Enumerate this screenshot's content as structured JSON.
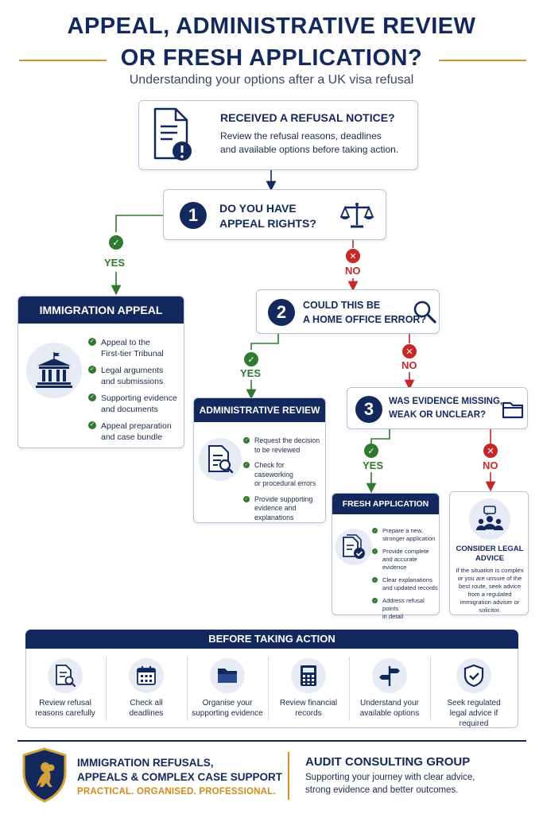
{
  "title": {
    "line1": "APPEAL, ADMINISTRATIVE REVIEW",
    "line2": "OR FRESH APPLICATION?",
    "subtitle": "Understanding your options after a UK visa refusal"
  },
  "refusal": {
    "title": "RECEIVED A REFUSAL NOTICE?",
    "text1": "Review the refusal reasons, deadlines",
    "text2": "and available options before taking action."
  },
  "q1": {
    "number": "1",
    "line1": "DO YOU HAVE",
    "line2": "APPEAL RIGHTS?"
  },
  "q2": {
    "number": "2",
    "line1": "COULD THIS BE",
    "line2": "A HOME OFFICE ERROR?"
  },
  "q3": {
    "number": "3",
    "line1": "WAS EVIDENCE MISSING,",
    "line2": "WEAK OR UNCLEAR?"
  },
  "labels": {
    "yes": "YES",
    "no": "NO"
  },
  "appeal": {
    "title": "IMMIGRATION APPEAL",
    "items": [
      [
        "Appeal to the",
        "First-tier Tribunal"
      ],
      [
        "Legal arguments",
        "and submissions"
      ],
      [
        "Supporting evidence",
        "and documents"
      ],
      [
        "Appeal preparation",
        "and case bundle"
      ]
    ]
  },
  "admin": {
    "title": "ADMINISTRATIVE REVIEW",
    "items": [
      [
        "Request the decision",
        "to be reviewed"
      ],
      [
        "Check for caseworking",
        "or procedural errors"
      ],
      [
        "Provide supporting",
        "evidence and",
        "explanations"
      ]
    ]
  },
  "fresh": {
    "title": "FRESH APPLICATION",
    "items": [
      [
        "Prepare a new,",
        "stronger application"
      ],
      [
        "Provide complete",
        "and accurate evidence"
      ],
      [
        "Clear explanations",
        "and updated records"
      ],
      [
        "Address refusal points",
        "in detail"
      ]
    ]
  },
  "legal": {
    "title1": "CONSIDER LEGAL",
    "title2": "ADVICE",
    "text": [
      "If the situation is complex",
      "or you are unsure of the",
      "best route, seek advice",
      "from a regulated",
      "immigration adviser or",
      "solicitor."
    ]
  },
  "before": {
    "title": "BEFORE TAKING ACTION",
    "items": [
      {
        "icon": "document-search-icon",
        "lines": [
          "Review refusal",
          "reasons carefully"
        ]
      },
      {
        "icon": "calendar-icon",
        "lines": [
          "Check all",
          "deadlines"
        ]
      },
      {
        "icon": "folder-icon",
        "lines": [
          "Organise your",
          "supporting evidence"
        ]
      },
      {
        "icon": "calculator-icon",
        "lines": [
          "Review financial",
          "records"
        ]
      },
      {
        "icon": "signpost-icon",
        "lines": [
          "Understand your",
          "available options"
        ]
      },
      {
        "icon": "shield-check-icon",
        "lines": [
          "Seek regulated",
          "legal advice if",
          "required"
        ]
      }
    ]
  },
  "footer": {
    "left1": "IMMIGRATION REFUSALS,",
    "left2": "APPEALS & COMPLEX CASE SUPPORT",
    "tagline": "PRACTICAL. ORGANISED. PROFESSIONAL.",
    "company": "AUDIT CONSULTING GROUP",
    "desc1": "Supporting your journey with clear advice,",
    "desc2": "strong evidence and better outcomes."
  },
  "colors": {
    "navy": "#13285c",
    "orange": "#e08a2a",
    "green": "#2f7a2f",
    "red": "#c62828"
  }
}
